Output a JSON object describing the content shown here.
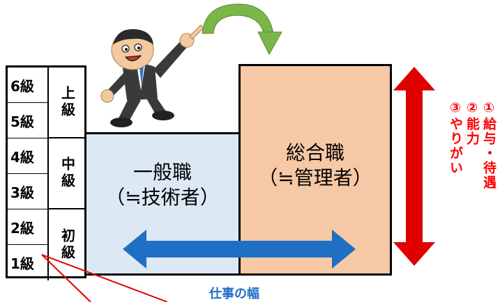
{
  "grades": [
    "6級",
    "5級",
    "4級",
    "3級",
    "2級",
    "1級"
  ],
  "groups": [
    "上級",
    "中級",
    "初級"
  ],
  "general_job": {
    "line1": "一般職",
    "line2": "（≒技術者）"
  },
  "management_job": {
    "line1": "総合職",
    "line2": "（≒管理者）"
  },
  "criteria": [
    "①給与・待遇",
    "②能力",
    "③やりがい"
  ],
  "caption": "仕事の幅",
  "colors": {
    "general_fill": "#dce9f5",
    "management_fill": "#f7c8a6",
    "red_arrow": "#e00000",
    "blue_arrow": "#1f6fc4",
    "green_arrow": "#7ab648",
    "criteria_text": "#ff0000"
  }
}
